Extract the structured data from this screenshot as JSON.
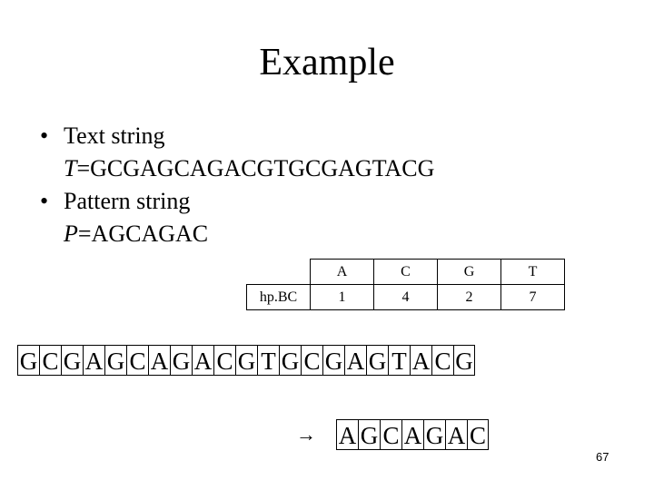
{
  "slide": {
    "title": "Example",
    "bullets": [
      {
        "label": "Text string",
        "var": "T",
        "value": "=GCGAGCAGACGTGCGAGTACG"
      },
      {
        "label": "Pattern string",
        "var": "P",
        "value": "=AGCAGAC"
      }
    ],
    "table": {
      "headers": [
        "A",
        "C",
        "G",
        "T"
      ],
      "row_label": "hp.BC",
      "values": [
        "1",
        "4",
        "2",
        "7"
      ]
    },
    "text_letters": [
      "G",
      "C",
      "G",
      "A",
      "G",
      "C",
      "A",
      "G",
      "A",
      "C",
      "G",
      "T",
      "G",
      "C",
      "G",
      "A",
      "G",
      "T",
      "A",
      "C",
      "G"
    ],
    "pattern_letters": [
      "A",
      "G",
      "C",
      "A",
      "G",
      "A",
      "C"
    ],
    "arrow": "→",
    "page_number": "67"
  }
}
